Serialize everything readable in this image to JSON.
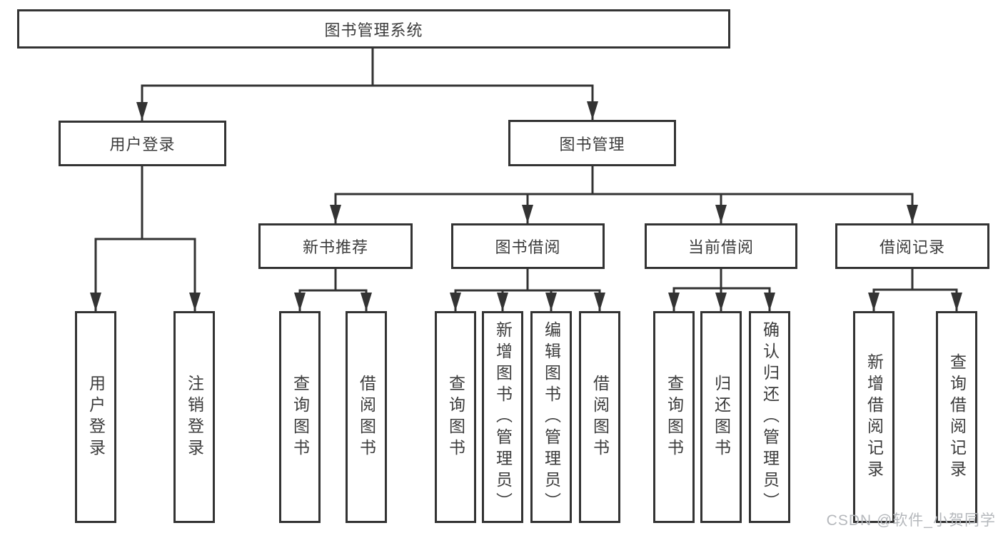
{
  "diagram": {
    "title": "图书管理系统",
    "nodes": {
      "root": {
        "label": "图书管理系统"
      },
      "user_login": {
        "label": "用户登录"
      },
      "book_mgmt": {
        "label": "图书管理"
      },
      "new_book_rec": {
        "label": "新书推荐"
      },
      "book_borrow": {
        "label": "图书借阅"
      },
      "current_borrow": {
        "label": "当前借阅"
      },
      "borrow_records": {
        "label": "借阅记录"
      },
      "leaf_user_login": {
        "label": "用户登录"
      },
      "leaf_logout": {
        "label": "注销登录"
      },
      "leaf_rec_query": {
        "label": "查询图书"
      },
      "leaf_rec_borrow": {
        "label": "借阅图书"
      },
      "leaf_bb_query": {
        "label": "查询图书"
      },
      "leaf_bb_add": {
        "label": "新增图书（管理员）"
      },
      "leaf_bb_edit": {
        "label": "编辑图书（管理员）"
      },
      "leaf_bb_borrow": {
        "label": "借阅图书"
      },
      "leaf_cb_query": {
        "label": "查询图书"
      },
      "leaf_cb_return": {
        "label": "归还图书"
      },
      "leaf_cb_confirm": {
        "label": "确认归还（管理员）"
      },
      "leaf_br_add": {
        "label": "新增借阅记录"
      },
      "leaf_br_query": {
        "label": "查询借阅记录"
      }
    },
    "colors": {
      "line": "#333333",
      "box_border": "#333333",
      "text": "#3c3c3c",
      "watermark": "#b5b8bc",
      "background": "#ffffff"
    }
  },
  "watermark": {
    "text": "CSDN @软件_小贺同学"
  }
}
